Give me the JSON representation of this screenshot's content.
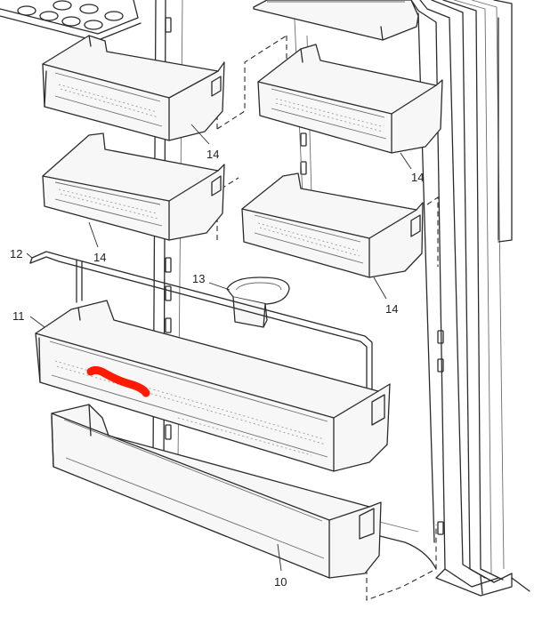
{
  "parts": [
    {
      "number": "14",
      "name": "door-shelf-bin"
    },
    {
      "number": "12",
      "name": "wire-bar"
    },
    {
      "number": "13",
      "name": "cup-holder"
    },
    {
      "number": "11",
      "name": "large-door-bin"
    },
    {
      "number": "10",
      "name": "bottom-door-bin"
    }
  ],
  "callouts": [
    {
      "part": "14",
      "text": "14"
    },
    {
      "part": "14",
      "text": "14"
    },
    {
      "part": "14",
      "text": "14"
    },
    {
      "part": "14",
      "text": "14"
    },
    {
      "part": "12",
      "text": "12"
    },
    {
      "part": "13",
      "text": "13"
    },
    {
      "part": "11",
      "text": "11"
    },
    {
      "part": "10",
      "text": "10"
    }
  ],
  "colors": {
    "line": "#2b2b2b",
    "hatch": "#9a9a9a",
    "marker": "#ff1a00",
    "background": "#ffffff"
  }
}
